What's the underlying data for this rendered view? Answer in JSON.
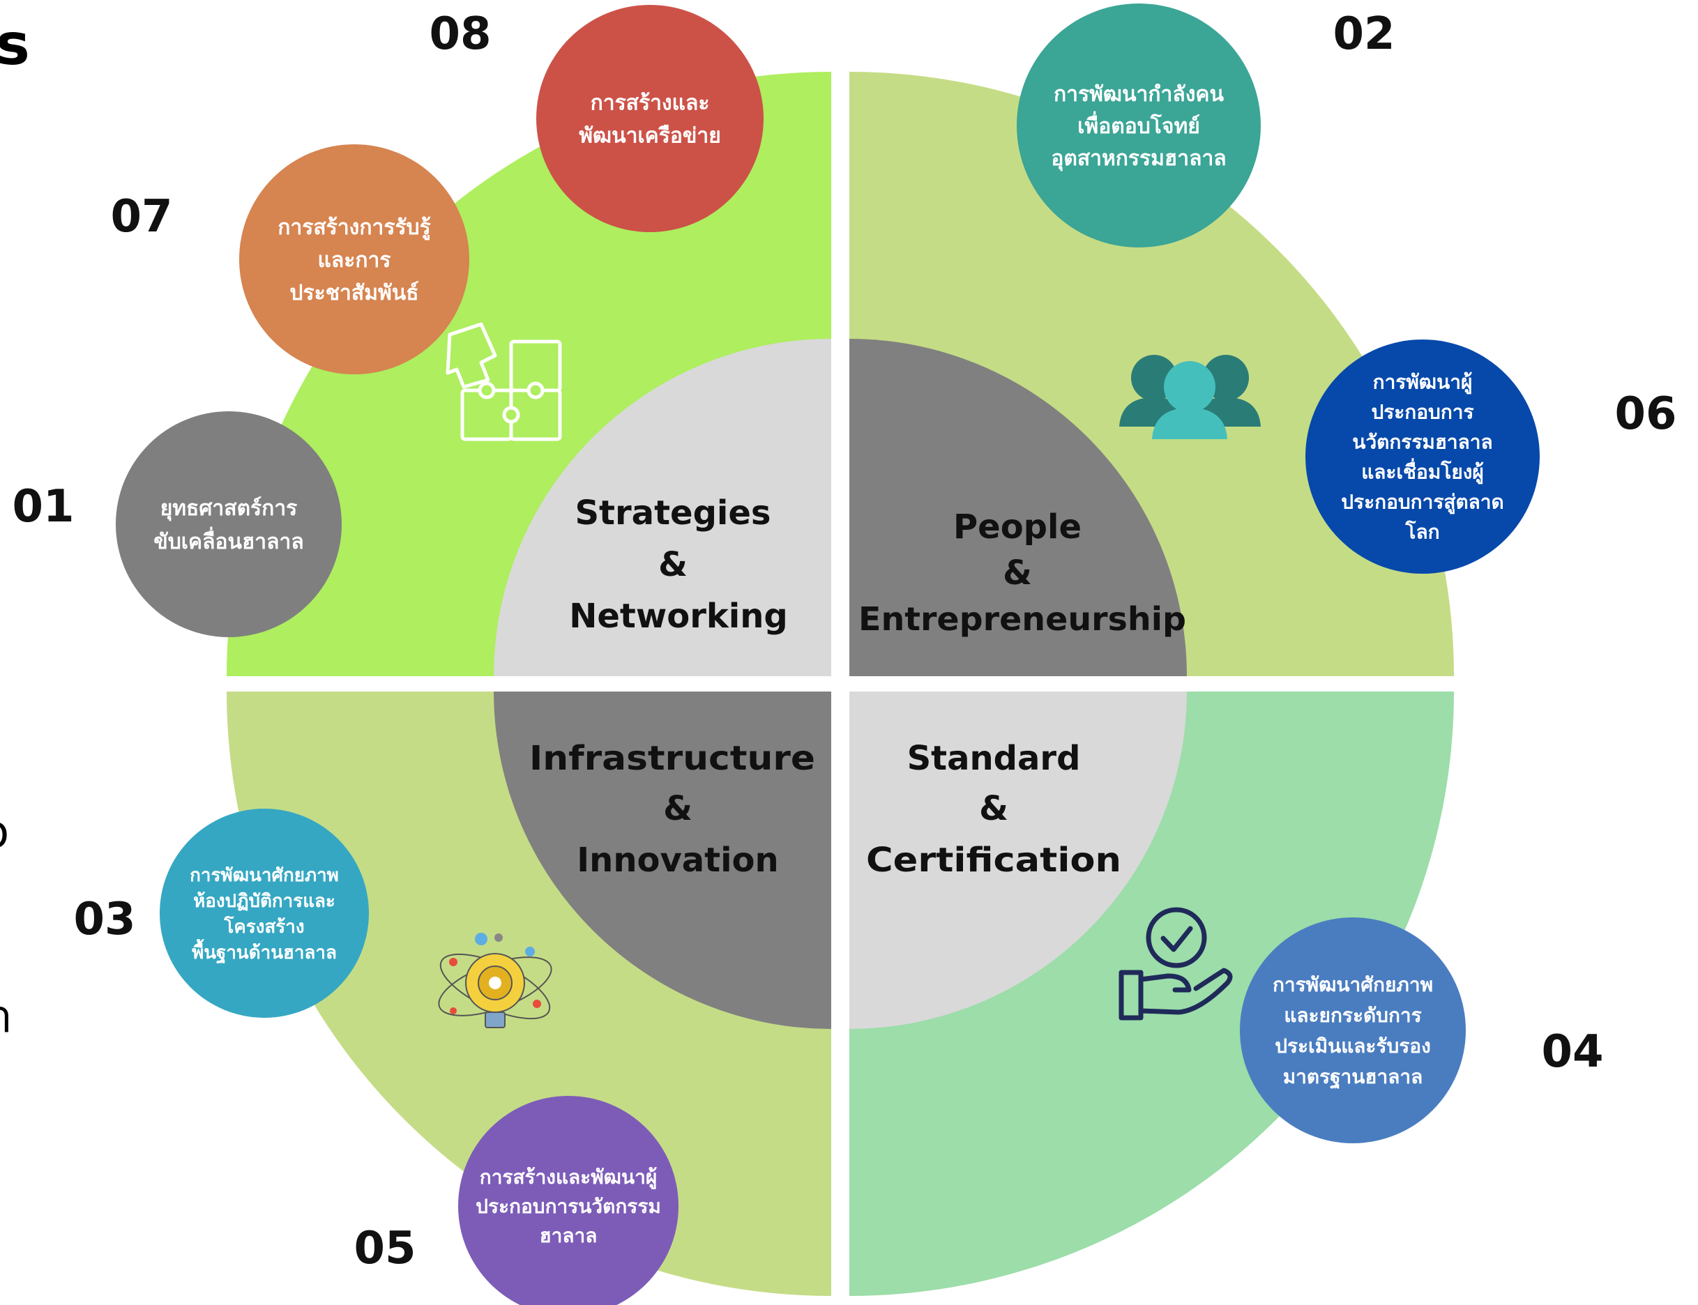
{
  "colors": {
    "q_tl": "#AEEE5F",
    "q_tr": "#C5DC86",
    "q_bl": "#C5DC86",
    "q_br": "#9CDDA9",
    "core_light": "#D9D9D9",
    "core_dark": "#808080"
  },
  "partial_left": {
    "title_fragment": "s",
    "line_a": "o",
    "line_b": "า"
  },
  "quadrants": [
    {
      "key": "tl",
      "lines": [
        "Strategies",
        "&",
        "Networking"
      ]
    },
    {
      "key": "tr",
      "lines": [
        "People",
        "&",
        "Entrepreneurship"
      ]
    },
    {
      "key": "bl",
      "lines": [
        "Infrastructure",
        "&",
        "Innovation"
      ]
    },
    {
      "key": "br",
      "lines": [
        "Standard",
        "&",
        "Certification"
      ]
    }
  ],
  "items": [
    {
      "number": "01",
      "color": "#7F7F7F",
      "lines": [
        "ยุทธศาสตร์การ",
        "ขับเคลื่อนฮาลาล"
      ]
    },
    {
      "number": "02",
      "color": "#3BA596",
      "lines": [
        "การพัฒนากำลังคน",
        "เพื่อตอบโจทย์",
        "อุตสาหกรรมฮาลาล"
      ]
    },
    {
      "number": "03",
      "color": "#35A7C3",
      "lines": [
        "การพัฒนาศักยภาพ",
        "ห้องปฏิบัติการและ",
        "โครงสร้าง",
        "พื้นฐานด้านฮาลาล"
      ]
    },
    {
      "number": "04",
      "color": "#4A7DC0",
      "lines": [
        "การพัฒนาศักยภาพ",
        "และยกระดับการ",
        "ประเมินและรับรอง",
        "มาตรฐานฮาลาล"
      ]
    },
    {
      "number": "05",
      "color": "#7D5CB8",
      "lines": [
        "การสร้างและพัฒนาผู้",
        "ประกอบการนวัตกรรม",
        "ฮาลาล"
      ]
    },
    {
      "number": "06",
      "color": "#0749AA",
      "lines": [
        "การพัฒนาผู้",
        "ประกอบการ",
        "นวัตกรรมฮาลาล",
        "และเชื่อมโยงผู้",
        "ประกอบการสู่ตลาด",
        "โลก"
      ]
    },
    {
      "number": "07",
      "color": "#D68450",
      "lines": [
        "การสร้างการรับรู้",
        "และการ",
        "ประชาสัมพันธ์"
      ]
    },
    {
      "number": "08",
      "color": "#CC5248",
      "lines": [
        "การสร้างและ",
        "พัฒนาเครือข่าย"
      ]
    }
  ],
  "icons": {
    "tl": "puzzle-icon",
    "tr": "people-group-icon",
    "bl": "innovation-bulb-icon",
    "br": "hand-checkmark-icon"
  }
}
